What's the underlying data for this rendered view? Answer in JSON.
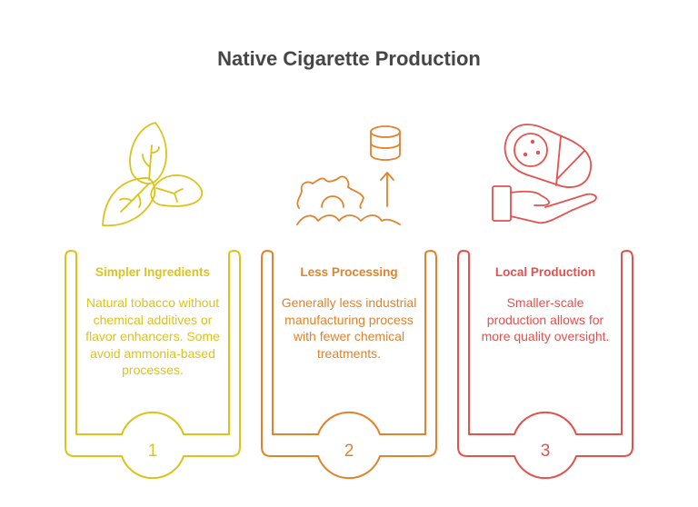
{
  "title": "Native Cigarette Production",
  "colors": {
    "yellow": "#dcc31a",
    "orange": "#e0832c",
    "red": "#e2524e",
    "title": "#464646"
  },
  "steps": [
    {
      "number": "1",
      "heading": "Simpler Ingredients",
      "body": "Natural tobacco without chemical additives or flavor enhancers. Some avoid ammonia-based processes.",
      "icon": "leaves-icon"
    },
    {
      "number": "2",
      "heading": "Less Processing",
      "body": "Generally less industrial manufacturing process with fewer chemical treatments.",
      "icon": "gear-database-arrow-icon"
    },
    {
      "number": "3",
      "heading": "Local Production",
      "body": "Smaller-scale production allows for more quality oversight.",
      "icon": "hand-holding-product-icon"
    }
  ]
}
